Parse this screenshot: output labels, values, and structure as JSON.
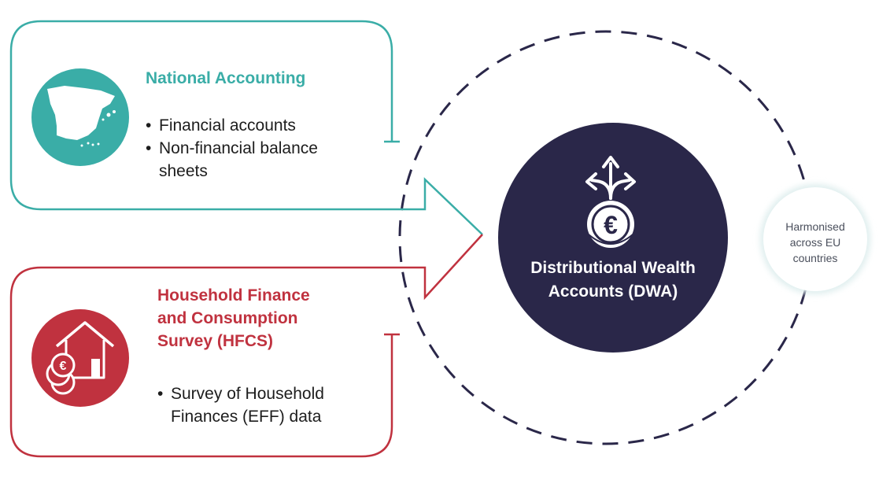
{
  "national_accounting": {
    "title": "National Accounting",
    "bullets": [
      "Financial accounts",
      "Non-financial balance sheets"
    ]
  },
  "hfcs": {
    "title_lines": [
      "Household Finance",
      "and Consumption",
      "Survey (HFCS)"
    ],
    "bullets": [
      "Survey of Household Finances (EFF) data"
    ]
  },
  "dwa": {
    "title_lines": [
      "Distributional Wealth",
      "Accounts (DWA)"
    ]
  },
  "harmonised": {
    "lines": [
      "Harmonised",
      "across EU",
      "countries"
    ]
  },
  "colors": {
    "teal": "#3aada7",
    "red": "#c0323f",
    "navy": "#2a2749",
    "dash": "#2a2749"
  },
  "icons": [
    "spain-map-icon",
    "house-coins-icon",
    "split-arrows-icon",
    "euro-coin-icon"
  ]
}
